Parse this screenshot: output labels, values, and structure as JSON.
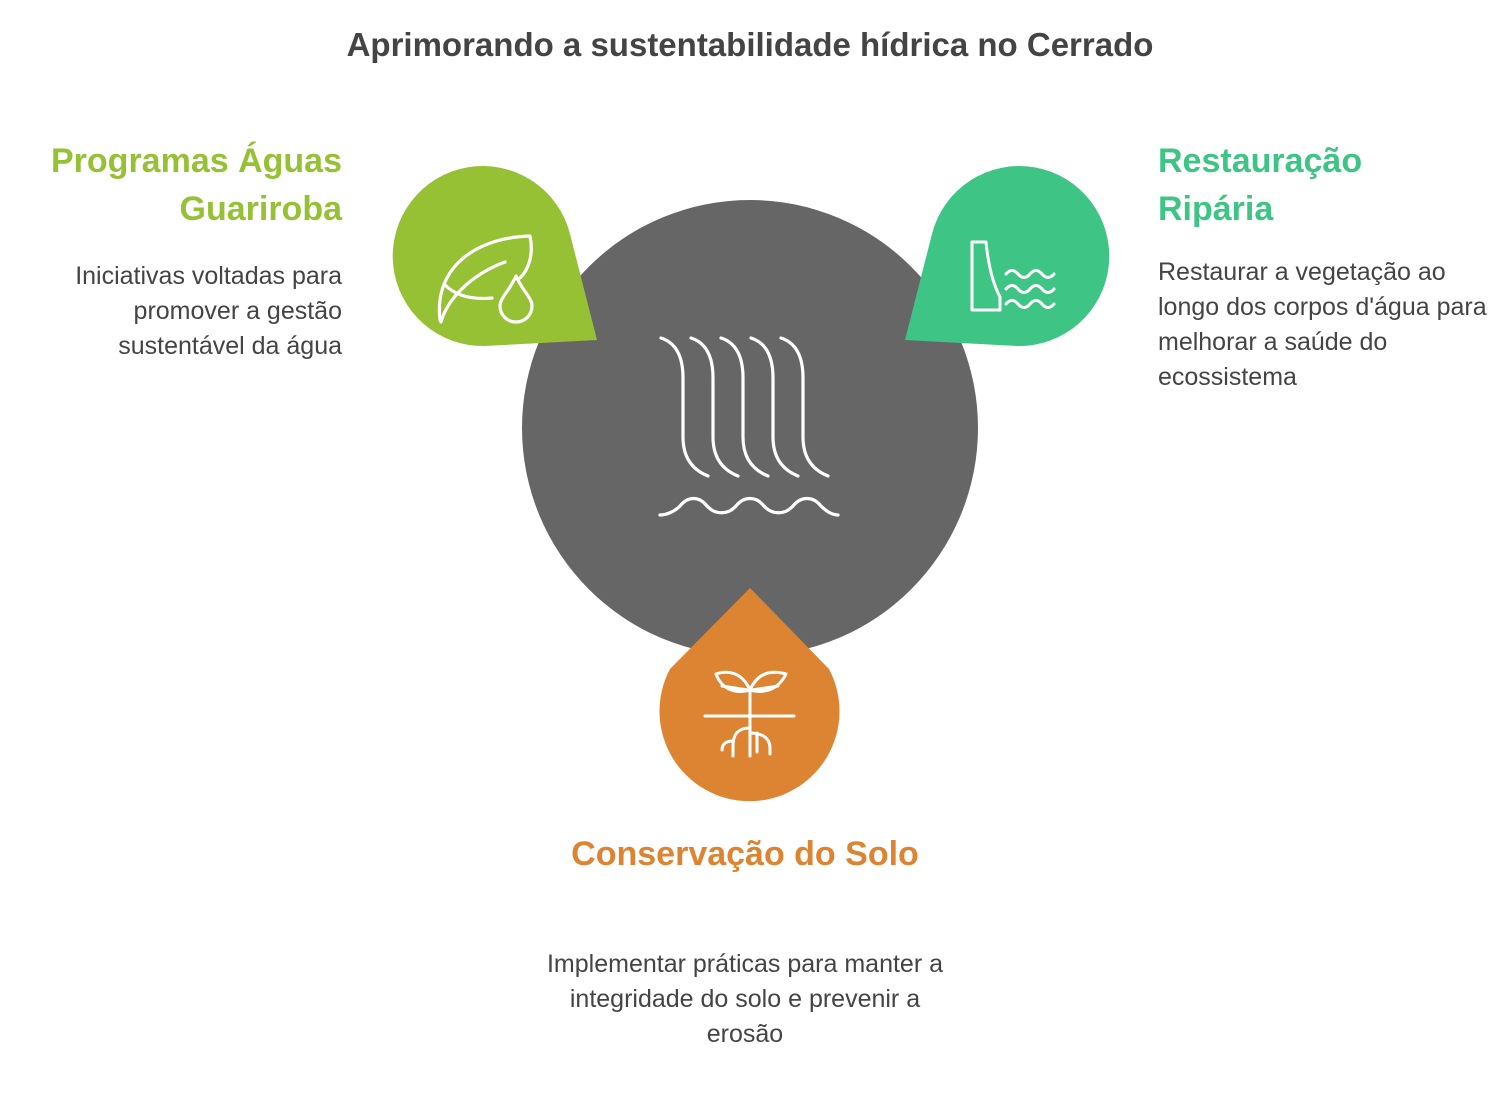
{
  "title": "Aprimorando a sustentabilidade hídrica no Cerrado",
  "colors": {
    "center": "#666666",
    "green": "#96C135",
    "teal": "#3EC484",
    "orange": "#DD8432",
    "text": "#444444"
  },
  "items": [
    {
      "key": "left",
      "heading": "Programas Águas Guariroba",
      "description": "Iniciativas voltadas para promover a gestão sustentável da água",
      "icon": "leaf-water-drop-icon",
      "color": "#96C135"
    },
    {
      "key": "right",
      "heading": "Restauração Ripária",
      "description": "Restaurar a vegetação ao longo dos corpos d'água para melhorar a saúde do ecossistema",
      "icon": "dam-water-icon",
      "color": "#3EC484"
    },
    {
      "key": "bottom",
      "heading": "Conservação do Solo",
      "description": "Implementar práticas para manter a integridade do solo e prevenir a erosão",
      "icon": "sprout-roots-icon",
      "color": "#DD8432"
    }
  ],
  "center_icon": "waterfall-icon"
}
